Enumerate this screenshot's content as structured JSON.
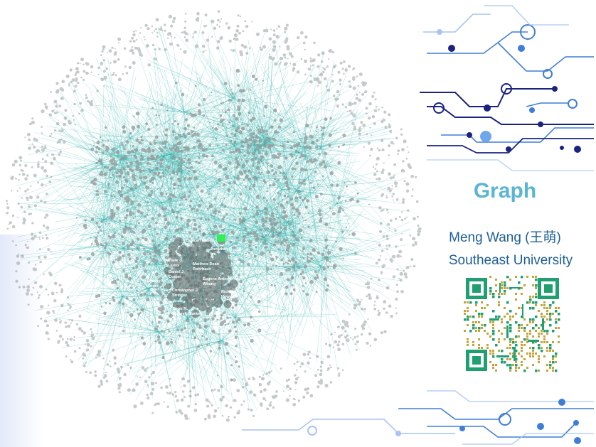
{
  "slide": {
    "title": "Graph",
    "author": "Meng Wang (王萌)",
    "affiliation": "Southeast University"
  },
  "network_labels": [
    "Duncan Robert Kerr",
    "Jonathan D. Ive",
    "Daniele O. De Iuliis",
    "Matthew Dean Rohrbach",
    "Daniel J. Coster",
    "Eugene Antony Whang",
    "Bartley K. Andre",
    "Christopher J. Stringer",
    "Richard P. Howarth",
    "Peter R. Russell-Clarke"
  ],
  "colors": {
    "edge": "#2fb3ad",
    "node": "#8e9696",
    "core": "#555a5a",
    "highlight": "#33ee55",
    "title": "#5bb5d2",
    "text": "#1d5f94",
    "qr_green": "#20a070",
    "qr_gold": "#c4a43a",
    "circuit_dark": "#1a237e",
    "circuit_mid": "#3f7ed8",
    "circuit_light": "#a8c4f0"
  },
  "icons": [
    "qr-code-icon",
    "circuit-decoration-icon"
  ]
}
